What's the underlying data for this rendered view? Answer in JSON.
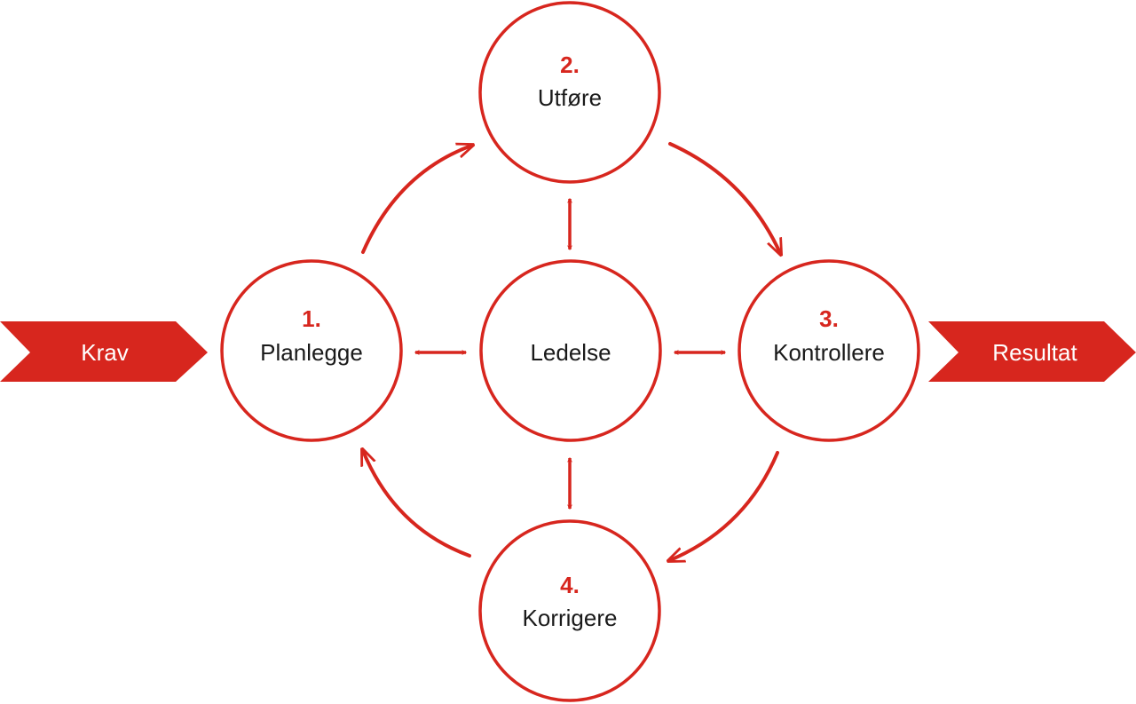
{
  "colors": {
    "accent": "#d7261e",
    "text": "#1a1a1a",
    "banner_text": "#ffffff",
    "background": "#ffffff"
  },
  "input": {
    "label": "Krav"
  },
  "output": {
    "label": "Resultat"
  },
  "center": {
    "label": "Ledelse"
  },
  "steps": [
    {
      "number": "1.",
      "label": "Planlegge"
    },
    {
      "number": "2.",
      "label": "Utføre"
    },
    {
      "number": "3.",
      "label": "Kontrollere"
    },
    {
      "number": "4.",
      "label": "Korrigere"
    }
  ]
}
